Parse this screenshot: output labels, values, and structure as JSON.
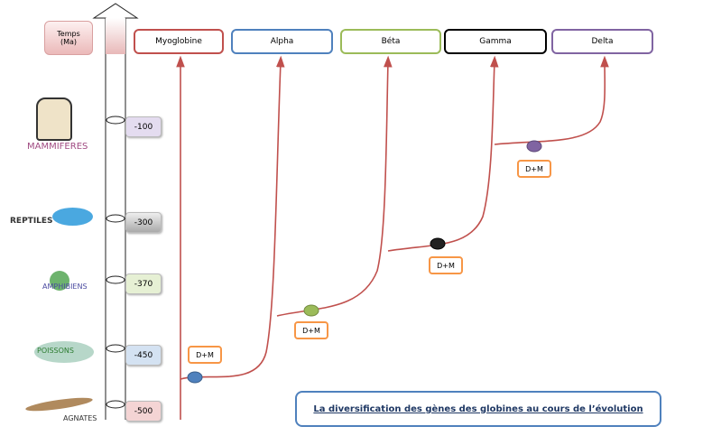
{
  "time_label": "Temps\n(Ma)",
  "genes": [
    {
      "label": "Myoglobine",
      "color": "#c0504d"
    },
    {
      "label": "Alpha",
      "color": "#4f81bd"
    },
    {
      "label": "Béta",
      "color": "#9bbb59"
    },
    {
      "label": "Gamma",
      "color": "#000000"
    },
    {
      "label": "Delta",
      "color": "#8064a2"
    }
  ],
  "times": [
    {
      "label": "-100",
      "color": "#e4dcf0"
    },
    {
      "label": "-300",
      "color": "#bcbcbc"
    },
    {
      "label": "-370",
      "color": "#e6f0d4"
    },
    {
      "label": "-450",
      "color": "#d4e2f2"
    },
    {
      "label": "-500",
      "color": "#f4d4d4"
    }
  ],
  "animals": [
    "MAMMIFERES",
    "REPTILES",
    "AMPHIBIENS",
    "POISSONS",
    "AGNATES"
  ],
  "events": [
    "D+M",
    "D+M",
    "D+M",
    "D+M"
  ],
  "caption": "La diversification des gènes des globines au cours de l’évolution"
}
